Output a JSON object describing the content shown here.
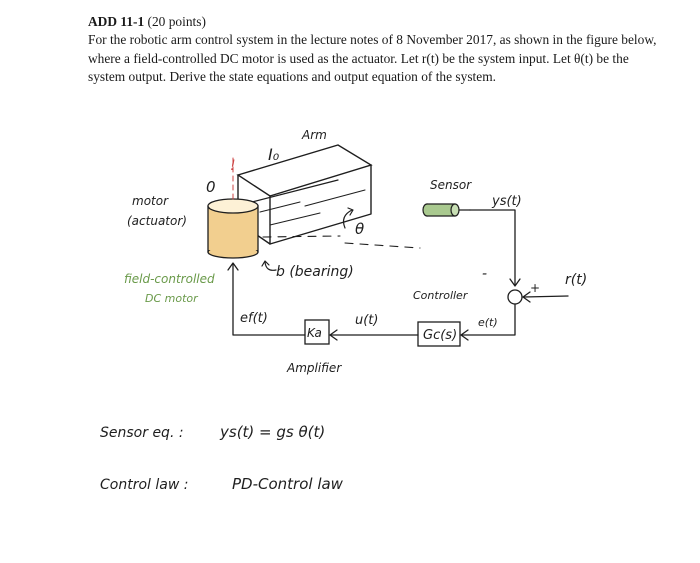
{
  "problem": {
    "id": "ADD 11-1",
    "points": "(20 points)",
    "text": "For the robotic arm control system in the lecture notes of 8 November 2017, as shown in the figure below, where a field-controlled DC motor is used as the actuator. Let r(t) be the system input. Let θ(t) be the system output. Derive the state equations and output equation of the system."
  },
  "figure": {
    "labels": {
      "arm": "Arm",
      "inertia": "I₀",
      "motor": "motor",
      "actuator": "(actuator)",
      "field_controlled": "field-controlled",
      "dc_motor": "DC motor",
      "damping": "b (bearing)",
      "theta": "θ",
      "sensor": "Sensor",
      "ys": "ys(t)",
      "r": "r(t)",
      "plus": "+",
      "minus": "-",
      "controller": "Controller",
      "gc": "Gc(s)",
      "e": "e(t)",
      "u": "u(t)",
      "ka": "Ka",
      "amplifier": "Amplifier",
      "ef": "ef(t)",
      "zero_mark": "0",
      "excl": "!"
    },
    "notes": {
      "sensor_eq_label": "Sensor eq. :",
      "sensor_eq": "ys(t) = gs θ(t)",
      "control_law_label": "Control law :",
      "control_law": "PD-Control law"
    },
    "ink_color": "#1e1e1e",
    "motor_fill": "#f2cf8f",
    "sensor_fill": "#a9c98f"
  }
}
